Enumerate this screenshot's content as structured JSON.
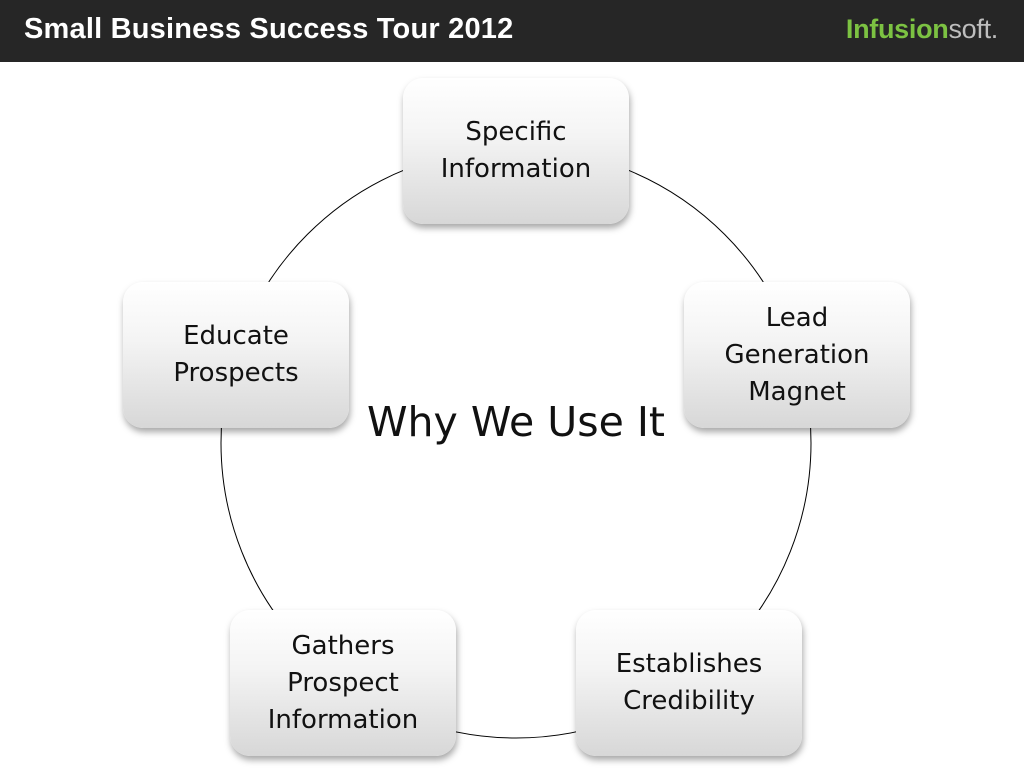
{
  "header": {
    "title": "Small Business Success Tour 2012",
    "logo_primary": "Infusion",
    "logo_secondary": "soft."
  },
  "diagram": {
    "center_label": "Why We Use It",
    "nodes": [
      {
        "label": "Specific\nInformation"
      },
      {
        "label": "Lead\nGeneration\nMagnet"
      },
      {
        "label": "Establishes\nCredibility"
      },
      {
        "label": "Gathers\nProspect\nInformation"
      },
      {
        "label": "Educate\nProspects"
      }
    ]
  },
  "colors": {
    "header_bg": "#262626",
    "logo_green": "#7cc242",
    "logo_gray": "#bdbdbd"
  }
}
